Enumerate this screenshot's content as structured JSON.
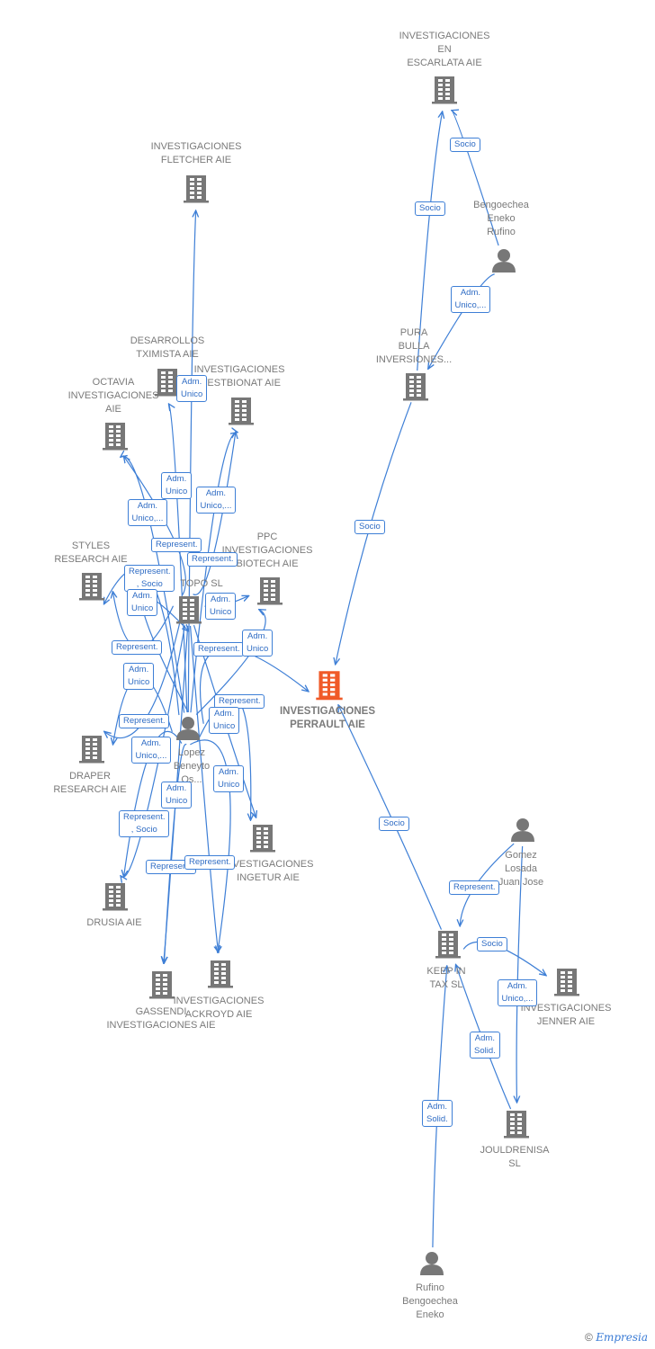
{
  "colors": {
    "edge": "#3e7fd6",
    "icon": "#777777",
    "center_icon": "#f05a28"
  },
  "nodes": [
    {
      "id": "escarlata",
      "type": "company",
      "label": "INVESTIGACIONES\nEN\nESCARLATA AIE"
    },
    {
      "id": "fletcher",
      "type": "company",
      "label": "INVESTIGACIONES\nFLETCHER AIE"
    },
    {
      "id": "bengoechea_rufino",
      "type": "person",
      "label": "Bengoechea\nEneko\nRufino"
    },
    {
      "id": "pura",
      "type": "company",
      "label": "PURA\nBULLA\nINVERSIONES..."
    },
    {
      "id": "desarrollos",
      "type": "company",
      "label": "DESARROLLOS\nTXIMISTA AIE"
    },
    {
      "id": "octavia",
      "type": "company",
      "label": "OCTAVIA\nINVESTIGACIONES\nAIE"
    },
    {
      "id": "westbionat",
      "type": "company",
      "label": "INVESTIGACIONES\nWESTBIONAT AIE"
    },
    {
      "id": "styles",
      "type": "company",
      "label": "STYLES\nRESEARCH AIE"
    },
    {
      "id": "ppc",
      "type": "company",
      "label": "PPC\nINVESTIGACIONES\nBIOTECH  AIE"
    },
    {
      "id": "topo",
      "type": "company",
      "label": "TOPO  SL"
    },
    {
      "id": "perrault",
      "type": "center",
      "label": "INVESTIGACIONES\nPERRAULT AIE"
    },
    {
      "id": "lopez",
      "type": "person",
      "label": "Lopez\nBeneyto\nOs..."
    },
    {
      "id": "draper",
      "type": "company",
      "label": "DRAPER\nRESEARCH AIE"
    },
    {
      "id": "ingetur",
      "type": "company",
      "label": "INVESTIGACIONES\nINGETUR AIE"
    },
    {
      "id": "gomez",
      "type": "person",
      "label": "Gomez\nLosada\nJuan Jose"
    },
    {
      "id": "drusia",
      "type": "company",
      "label": "DRUSIA  AIE"
    },
    {
      "id": "keepin",
      "type": "company",
      "label": "KEEP IN\nTAX  SL"
    },
    {
      "id": "jenner",
      "type": "company",
      "label": "INVESTIGACIONES\nJENNER AIE"
    },
    {
      "id": "gassendi",
      "type": "company",
      "label": "GASSENDI\nINVESTIGACIONES AIE"
    },
    {
      "id": "ackroyd",
      "type": "company",
      "label": "INVESTIGACIONES\nACKROYD AIE"
    },
    {
      "id": "jouldrenisa",
      "type": "company",
      "label": "JOULDRENISA\nSL"
    },
    {
      "id": "rufino_bengoechea",
      "type": "person",
      "label": "Rufino\nBengoechea\nEneko"
    }
  ],
  "edges": [
    {
      "from": "pura",
      "to": "escarlata",
      "label": "Socio"
    },
    {
      "from": "bengoechea_rufino",
      "to": "escarlata",
      "label": "Socio"
    },
    {
      "from": "bengoechea_rufino",
      "to": "pura",
      "label": "Adm.\nUnico,..."
    },
    {
      "from": "pura",
      "to": "perrault",
      "label": "Socio"
    },
    {
      "from": "lopez",
      "to": "fletcher",
      "label": "Adm.\nUnico"
    },
    {
      "from": "lopez",
      "to": "desarrollos",
      "label": "Adm.\nUnico"
    },
    {
      "from": "lopez",
      "to": "octavia",
      "label": "Adm.\nUnico,..."
    },
    {
      "from": "lopez",
      "to": "westbionat",
      "label": "Adm.\nUnico,..."
    },
    {
      "from": "topo",
      "to": "octavia",
      "label": "Represent."
    },
    {
      "from": "topo",
      "to": "westbionat",
      "label": "Represent."
    },
    {
      "from": "lopez",
      "to": "styles",
      "label": "Represent.\n, Socio"
    },
    {
      "from": "lopez",
      "to": "topo",
      "label": "Adm.\nUnico"
    },
    {
      "from": "topo",
      "to": "ppc",
      "label": "Adm.\nUnico"
    },
    {
      "from": "lopez",
      "to": "perrault",
      "label": "Represent."
    },
    {
      "from": "lopez",
      "to": "ppc",
      "label": "Adm.\nUnico"
    },
    {
      "from": "topo",
      "to": "styles",
      "label": "Represent."
    },
    {
      "from": "lopez",
      "to": "draper",
      "label": "Adm.\nUnico"
    },
    {
      "from": "topo",
      "to": "draper",
      "label": "Represent."
    },
    {
      "from": "lopez",
      "to": "ingetur",
      "label": "Represent."
    },
    {
      "from": "lopez",
      "to": "drusia",
      "label": "Adm.\nUnico,..."
    },
    {
      "from": "topo",
      "to": "drusia",
      "label": "Represent.\n, Socio"
    },
    {
      "from": "lopez",
      "to": "gassendi",
      "label": "Adm.\nUnico"
    },
    {
      "from": "topo",
      "to": "gassendi",
      "label": "Represent."
    },
    {
      "from": "topo",
      "to": "ackroyd",
      "label": "Represent."
    },
    {
      "from": "lopez",
      "to": "ackroyd",
      "label": "Adm.\nUnico"
    },
    {
      "from": "topo",
      "to": "ingetur",
      "label": "Adm.\nUnico"
    },
    {
      "from": "keepin",
      "to": "perrault",
      "label": "Socio"
    },
    {
      "from": "gomez",
      "to": "keepin",
      "label": "Represent."
    },
    {
      "from": "keepin",
      "to": "jenner",
      "label": "Socio"
    },
    {
      "from": "gomez",
      "to": "jouldrenisa",
      "label": "Adm.\nUnico,..."
    },
    {
      "from": "jouldrenisa",
      "to": "keepin",
      "label": "Adm.\nSolid."
    },
    {
      "from": "rufino_bengoechea",
      "to": "keepin",
      "label": "Adm.\nSolid."
    }
  ],
  "footer": {
    "copyright": "©",
    "brand": "Empresia"
  }
}
